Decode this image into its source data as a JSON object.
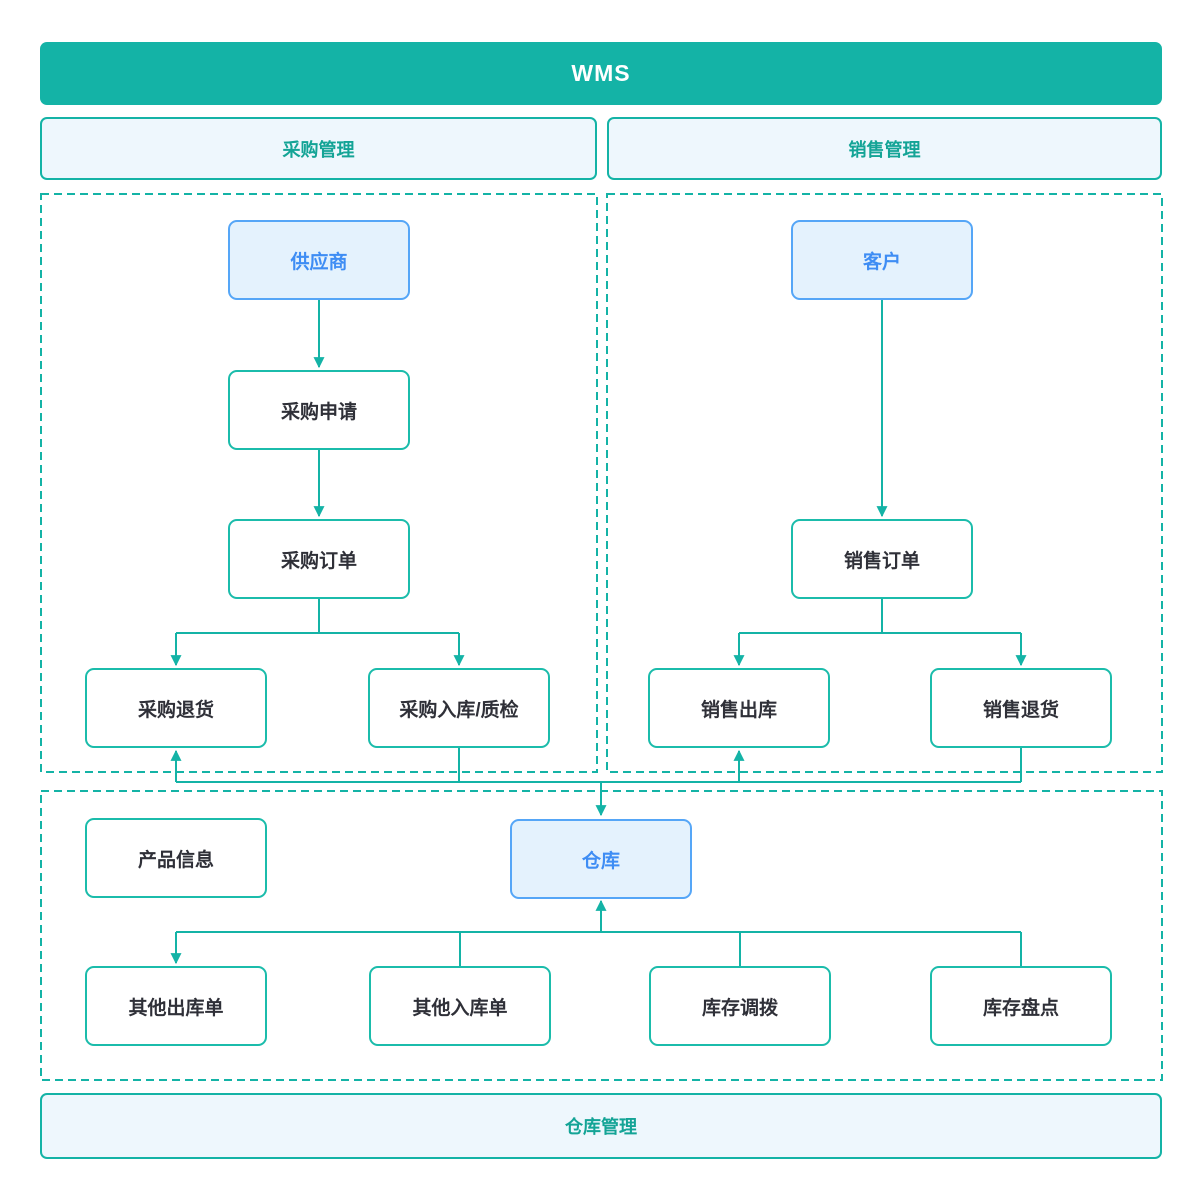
{
  "app": {
    "title": "WMS"
  },
  "sections": {
    "purchase": {
      "label": "采购管理"
    },
    "sales": {
      "label": "销售管理"
    },
    "warehouse_management": {
      "label": "仓库管理"
    }
  },
  "nodes": {
    "supplier": {
      "label": "供应商",
      "kind": "entity"
    },
    "purchase_request": {
      "label": "采购申请",
      "kind": "process"
    },
    "purchase_order": {
      "label": "采购订单",
      "kind": "process"
    },
    "purchase_return": {
      "label": "采购退货",
      "kind": "process"
    },
    "purchase_inbound_qc": {
      "label": "采购入库/质检",
      "kind": "process"
    },
    "customer": {
      "label": "客户",
      "kind": "entity"
    },
    "sales_order": {
      "label": "销售订单",
      "kind": "process"
    },
    "sales_outbound": {
      "label": "销售出库",
      "kind": "process"
    },
    "sales_return": {
      "label": "销售退货",
      "kind": "process"
    },
    "product_info": {
      "label": "产品信息",
      "kind": "process"
    },
    "warehouse": {
      "label": "仓库",
      "kind": "entity"
    },
    "other_outbound": {
      "label": "其他出库单",
      "kind": "process"
    },
    "other_inbound": {
      "label": "其他入库单",
      "kind": "process"
    },
    "stock_transfer": {
      "label": "库存调拨",
      "kind": "process"
    },
    "stock_count": {
      "label": "库存盘点",
      "kind": "process"
    }
  },
  "edges": [
    {
      "from": "supplier",
      "to": "purchase_request",
      "arrow": "to"
    },
    {
      "from": "purchase_request",
      "to": "purchase_order",
      "arrow": "to"
    },
    {
      "from": "purchase_order",
      "to": "purchase_return",
      "arrow": "to"
    },
    {
      "from": "purchase_order",
      "to": "purchase_inbound_qc",
      "arrow": "to"
    },
    {
      "from": "customer",
      "to": "sales_order",
      "arrow": "to"
    },
    {
      "from": "sales_order",
      "to": "sales_outbound",
      "arrow": "to"
    },
    {
      "from": "sales_order",
      "to": "sales_return",
      "arrow": "to"
    },
    {
      "from": "purchase_inbound_qc",
      "to": "warehouse",
      "arrow": "to"
    },
    {
      "from": "sales_return",
      "to": "warehouse",
      "arrow": "to"
    },
    {
      "from": "warehouse",
      "to": "purchase_return",
      "arrow": "to"
    },
    {
      "from": "warehouse",
      "to": "sales_outbound",
      "arrow": "to"
    },
    {
      "from": "warehouse",
      "to": "other_outbound",
      "arrow": "to"
    },
    {
      "from": "other_inbound",
      "to": "warehouse",
      "arrow": "to"
    },
    {
      "from": "stock_transfer",
      "to": "warehouse",
      "arrow": "none"
    },
    {
      "from": "stock_count",
      "to": "warehouse",
      "arrow": "none"
    }
  ],
  "colors": {
    "teal": "#14b3a6",
    "panel_fill": "#eef7fd",
    "node_border": "#1bbcab",
    "node_text": "#2f3038",
    "entity_fill": "#e4f2fd",
    "entity_border": "#55a6f7",
    "entity_text": "#3e8df4"
  }
}
